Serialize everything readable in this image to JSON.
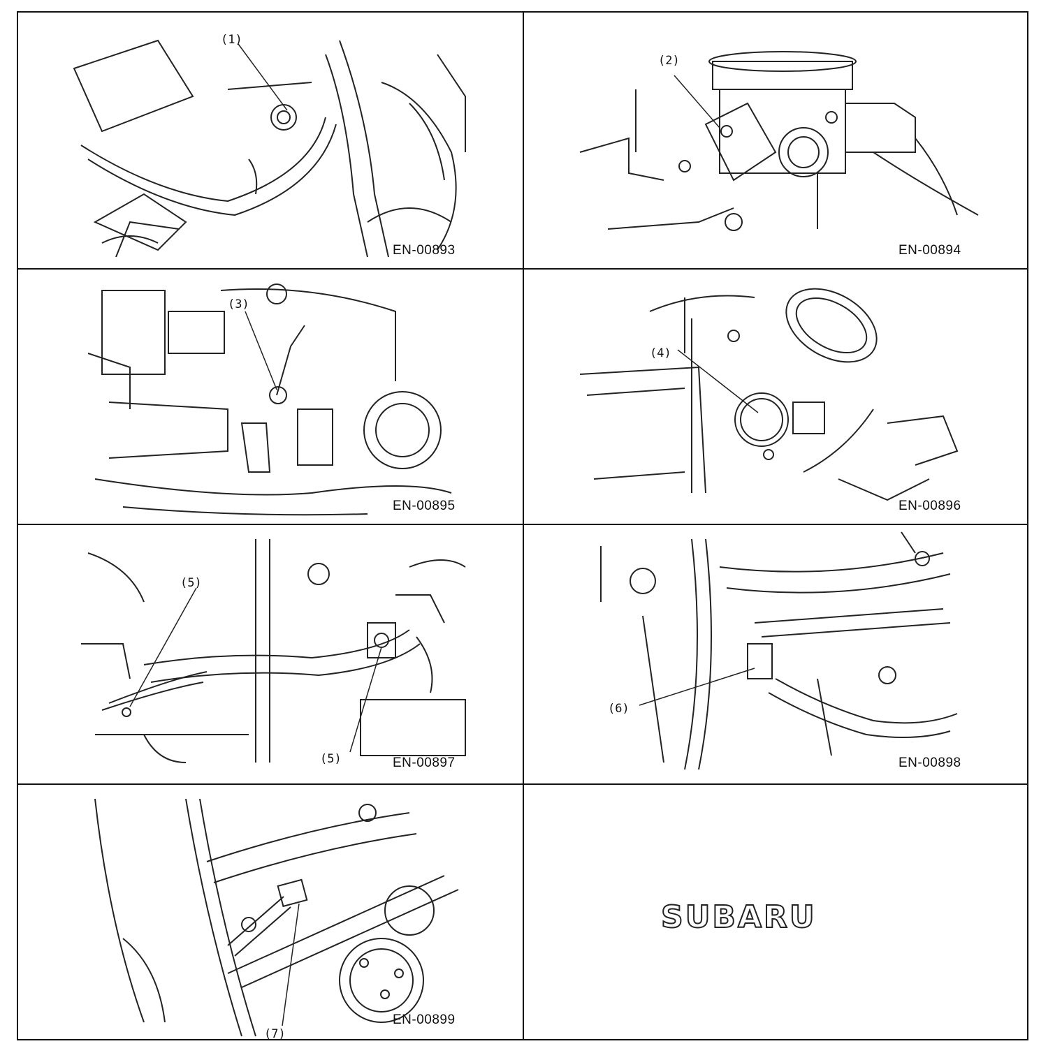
{
  "panels": [
    {
      "code": "EN-00893",
      "callouts": [
        "(1)"
      ]
    },
    {
      "code": "EN-00894",
      "callouts": [
        "(2)"
      ]
    },
    {
      "code": "EN-00895",
      "callouts": [
        "(3)"
      ]
    },
    {
      "code": "EN-00896",
      "callouts": [
        "(4)"
      ]
    },
    {
      "code": "EN-00897",
      "callouts": [
        "(5)",
        "(5)"
      ]
    },
    {
      "code": "EN-00898",
      "callouts": [
        "(6)"
      ]
    },
    {
      "code": "EN-00899",
      "callouts": [
        "(7)"
      ]
    }
  ],
  "logo": "SUBARU"
}
